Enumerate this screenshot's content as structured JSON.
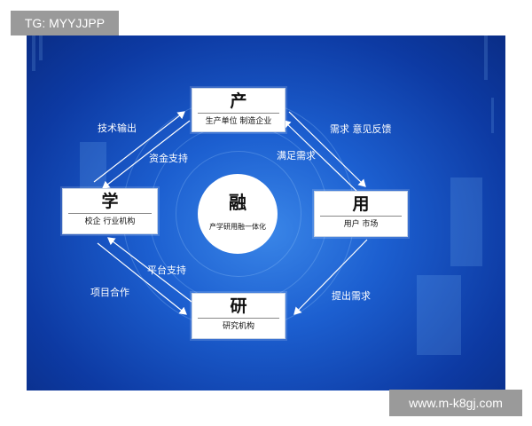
{
  "watermark_top_left": "TG: MYYJJPP",
  "watermark_bottom_right": "www.m-k8gj.com",
  "colors": {
    "background_dark": "#0a2d86",
    "background_light": "#3a86e8",
    "arrow": "#ffffff",
    "node_fill": "#ffffff"
  },
  "center": {
    "title": "融",
    "subtitle": "产学研用融一体化"
  },
  "nodes": {
    "top": {
      "title": "产",
      "subtitle": "生产单位 制造企业"
    },
    "left": {
      "title": "学",
      "subtitle": "校企 行业机构"
    },
    "right": {
      "title": "用",
      "subtitle": "用户 市场"
    },
    "bottom": {
      "title": "研",
      "subtitle": "研究机构"
    }
  },
  "edge_labels": {
    "tech_output": "技术输出",
    "funding_support": "资金支持",
    "demand_reqs": "需求 意见反馈",
    "meet_demand": "满足需求",
    "platform_support": "平台支持",
    "project_coop": "项目合作",
    "propose_demand": "提出需求"
  }
}
